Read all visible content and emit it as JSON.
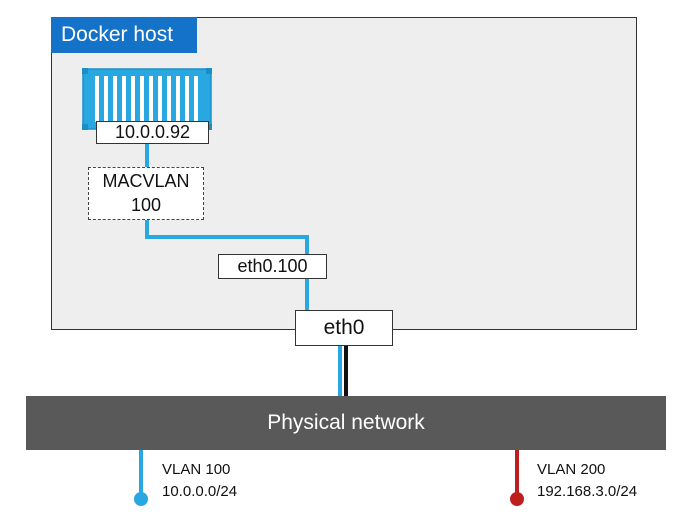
{
  "host": {
    "title": "Docker host"
  },
  "container": {
    "ip": "10.0.0.92",
    "icon": "container-icon",
    "color": "#29a7e1"
  },
  "macvlan": {
    "line1": "MACVLAN",
    "line2": "100"
  },
  "interfaces": {
    "subinterface": "eth0.100",
    "parent": "eth0"
  },
  "physical_network": {
    "label": "Physical network"
  },
  "vlans": [
    {
      "name": "VLAN 100",
      "subnet": "10.0.0.0/24",
      "color": "#29a7e1"
    },
    {
      "name": "VLAN 200",
      "subnet": "192.168.3.0/24",
      "color": "#bf1e1e"
    }
  ]
}
